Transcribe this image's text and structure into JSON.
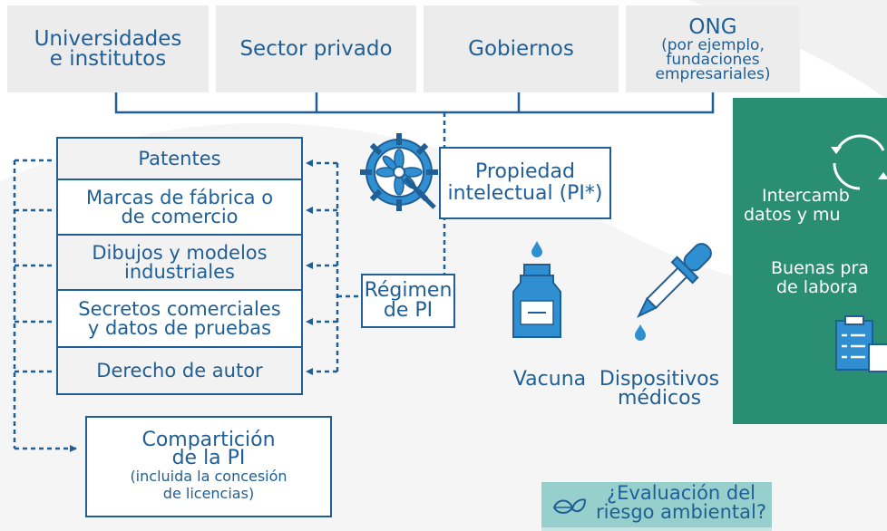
{
  "stakeholders": {
    "universities": [
      "Universidades",
      "e institutos"
    ],
    "private_sector": "Sector privado",
    "governments": "Gobiernos",
    "ngo": {
      "title": "ONG",
      "note": [
        "(por ejemplo,",
        "fundaciones",
        "empresariales)"
      ]
    }
  },
  "ip_types": [
    [
      "Patentes"
    ],
    [
      "Marcas de fábrica o",
      "de comercio"
    ],
    [
      "Dibujos y modelos",
      "industriales"
    ],
    [
      "Secretos comerciales",
      "y datos de pruebas"
    ],
    [
      "Derecho de autor"
    ]
  ],
  "ip_center": [
    "Propiedad",
    "intelectual (PI*)"
  ],
  "ip_regime": [
    "Régimen",
    "de PI"
  ],
  "sharing": {
    "title": [
      "Compartición",
      "de la PI"
    ],
    "note": [
      "(incluida la concesión",
      "de licencias)"
    ]
  },
  "products": {
    "vaccine": "Vacuna",
    "devices": [
      "Dispositivos",
      "médicos"
    ]
  },
  "panel": {
    "line1": [
      "Intercamb",
      "datos y mu"
    ],
    "line2": [
      "Buenas pra",
      "de labora"
    ]
  },
  "env_risk": [
    "¿Evaluación del",
    "riesgo ambiental?"
  ],
  "colors": {
    "primary_blue": "#1f5f96",
    "light_blue": "#2f8fd0",
    "grey_box": "#ececed",
    "green_panel": "#2a8e72",
    "teal_box": "#96cfcb"
  },
  "icons": [
    "gear-wheel-icon",
    "vaccine-vial-icon",
    "dropper-icon",
    "recycle-arrows-icon",
    "clipboard-icon",
    "leaves-icon"
  ]
}
